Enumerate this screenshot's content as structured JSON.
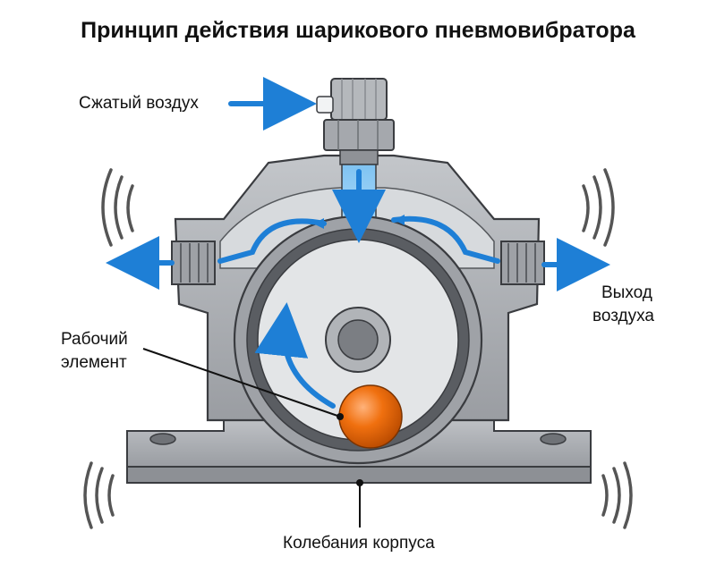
{
  "title": "Принцип действия шарикового пневмовибратора",
  "labels": {
    "air_in": "Сжатый воздух",
    "air_out_line1": "Выход",
    "air_out_line2": "воздуха",
    "element_line1": "Рабочий",
    "element_line2": "элемент",
    "vibration": "Колебания корпуса"
  },
  "colors": {
    "flow_arrow": "#1e7fd6",
    "ball": "#f0700f",
    "body": "#a9acb1",
    "body_dark": "#7e8186",
    "outline": "#3a3c40"
  },
  "icons": [
    "vibration-waves-icon",
    "air-flow-arrow-icon"
  ]
}
